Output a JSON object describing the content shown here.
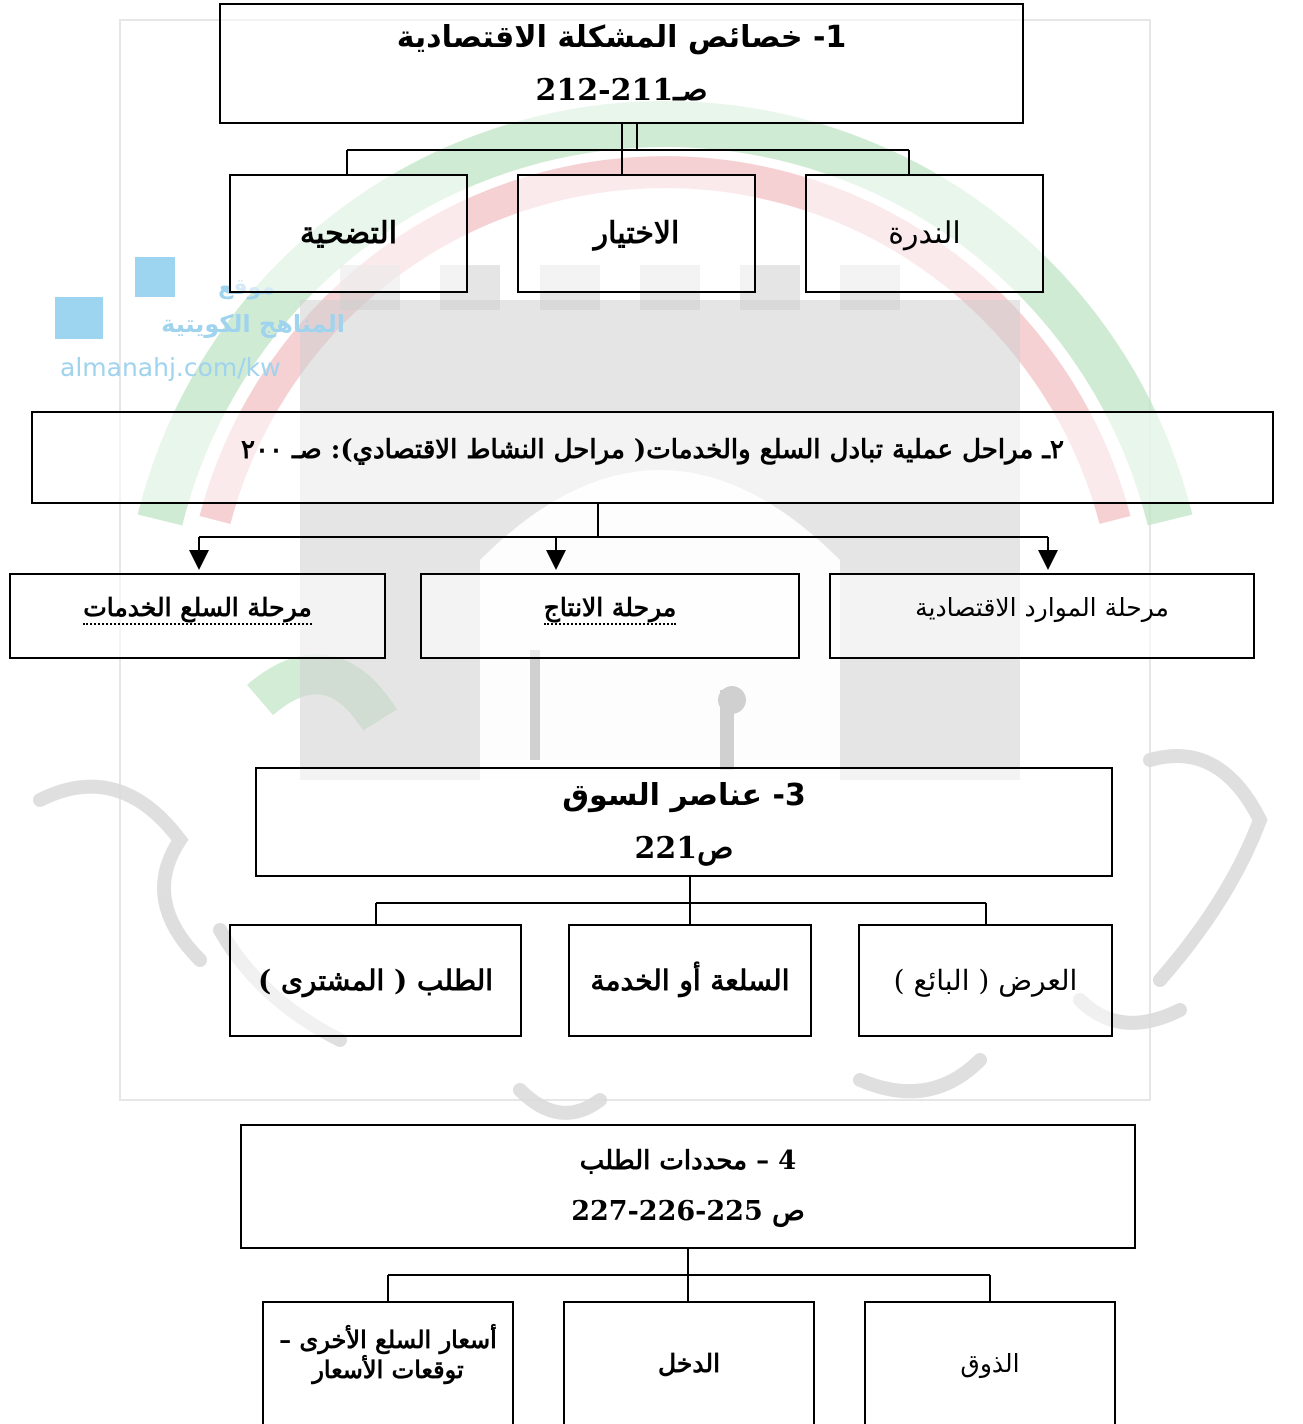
{
  "watermark": {
    "site_name_line1": "موقع",
    "site_name_line2": "المناهج الكويتية",
    "site_url": "almanahj.com/kw",
    "color": "#3aa6d8"
  },
  "section1": {
    "title": "1- خصائص المشكلة الاقتصادية",
    "pages": "صـ211-212",
    "children": [
      "التضحية",
      "الاختيار",
      "الندرة"
    ]
  },
  "section2": {
    "title": "٢ـ مراحل عملية تبادل السلع والخدمات( مراحل النشاط الاقتصادي): صـ ٢٠٠",
    "children": [
      "مرحلة السلع الخدمات",
      "مرحلة الانتاج",
      "مرحلة الموارد الاقتصادية"
    ]
  },
  "section3": {
    "title": "3- عناصر السوق",
    "pages": "ص221",
    "children": [
      "الطلب ( المشترى )",
      "السلعة أو الخدمة",
      "العرض ( البائع )"
    ]
  },
  "section4": {
    "title": "4 – محددات الطلب",
    "pages": "ص 225-226-227",
    "children": [
      "أسعار السلع الأخرى – توقعات الأسعار",
      "الدخل",
      "الذوق"
    ]
  },
  "colors": {
    "wm_green": "#7dc48a",
    "wm_red": "#e8939a",
    "wm_gray": "#b5b5b5",
    "wm_text": "#d8d8d8"
  }
}
